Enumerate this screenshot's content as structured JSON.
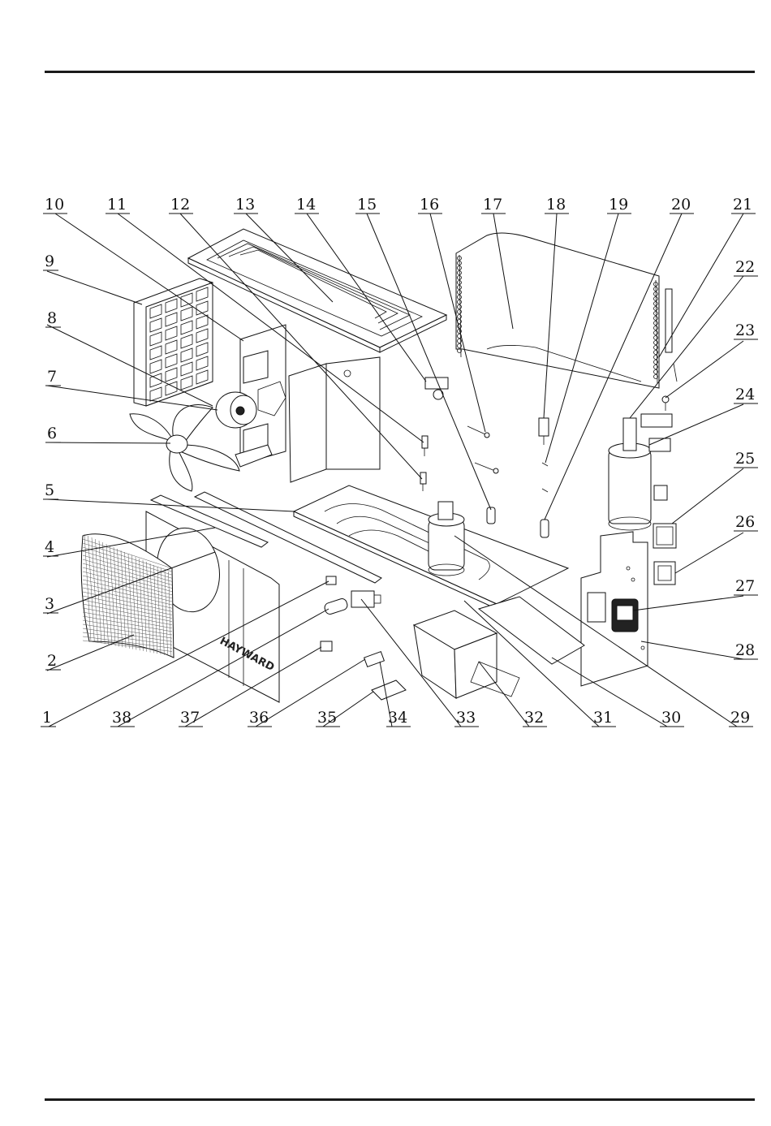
{
  "brand_logo_text": "HAYWARD",
  "callouts": [
    {
      "n": "1"
    },
    {
      "n": "2"
    },
    {
      "n": "3"
    },
    {
      "n": "4"
    },
    {
      "n": "5"
    },
    {
      "n": "6"
    },
    {
      "n": "7"
    },
    {
      "n": "8"
    },
    {
      "n": "9"
    },
    {
      "n": "10"
    },
    {
      "n": "11"
    },
    {
      "n": "12"
    },
    {
      "n": "13"
    },
    {
      "n": "14"
    },
    {
      "n": "15"
    },
    {
      "n": "16"
    },
    {
      "n": "17"
    },
    {
      "n": "18"
    },
    {
      "n": "19"
    },
    {
      "n": "20"
    },
    {
      "n": "21"
    },
    {
      "n": "22"
    },
    {
      "n": "23"
    },
    {
      "n": "24"
    },
    {
      "n": "25"
    },
    {
      "n": "26"
    },
    {
      "n": "27"
    },
    {
      "n": "28"
    },
    {
      "n": "29"
    },
    {
      "n": "30"
    },
    {
      "n": "31"
    },
    {
      "n": "32"
    },
    {
      "n": "33"
    },
    {
      "n": "34"
    },
    {
      "n": "35"
    },
    {
      "n": "36"
    },
    {
      "n": "37"
    },
    {
      "n": "38"
    }
  ]
}
